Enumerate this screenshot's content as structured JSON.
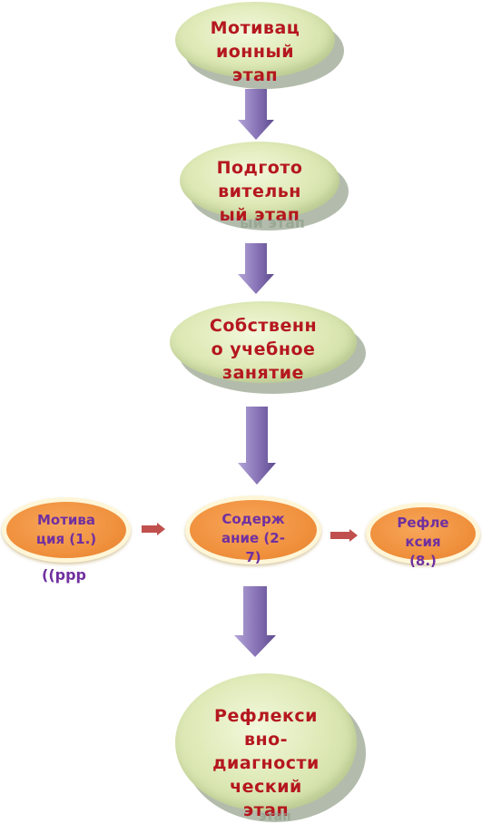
{
  "main_flow": [
    {
      "id": "motivation",
      "text": "Мотивац\nионный\nэтап"
    },
    {
      "id": "preparatory",
      "text": "Подгото\nвительн\nый этап",
      "ghost": "ый этап"
    },
    {
      "id": "lesson",
      "text": "Собственн\nо учебное\nзанятие"
    },
    {
      "id": "reflexive",
      "text": "Рефлекси\nвно-\nдиагности\nческий\nэтап",
      "ghost": "этап"
    }
  ],
  "sub_flow": [
    {
      "id": "sub-motivation",
      "text": "Мотива\nция (1.)",
      "note": "((ррр"
    },
    {
      "id": "sub-content",
      "text": "Содерж\nание (2-\n7)"
    },
    {
      "id": "sub-reflection",
      "text": "Рефле\nксия\n(8.)"
    }
  ],
  "colors": {
    "node_fill": "#dfeab8",
    "node_text": "#b5171f",
    "sub_fill": "#f0913e",
    "sub_text": "#7030a0",
    "arrow_down": "#8a76b8",
    "arrow_right": "#c0504d"
  }
}
